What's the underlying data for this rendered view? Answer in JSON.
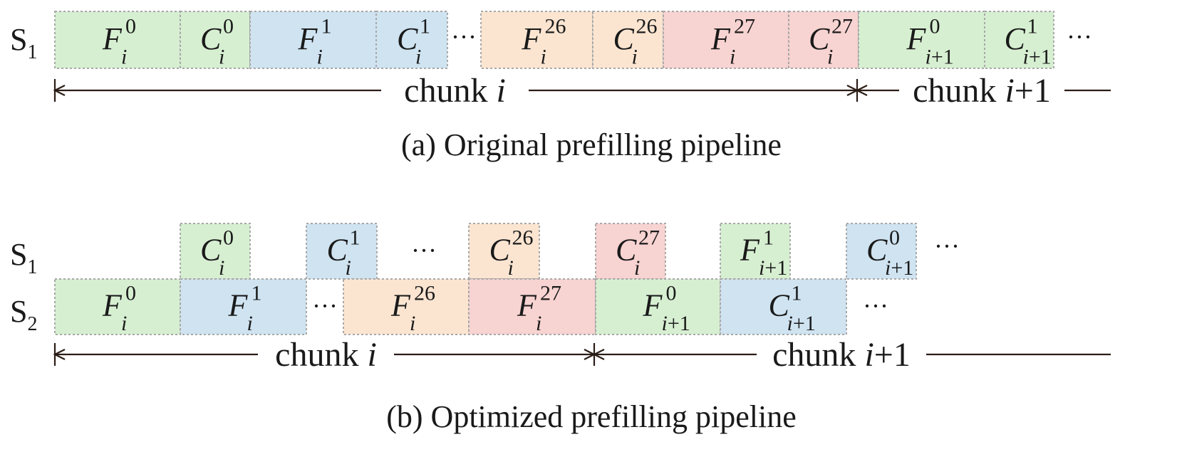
{
  "colors": {
    "green": "#d6efd1",
    "blue": "#cfe3f1",
    "orange": "#fbe5d1",
    "red": "#f7d3d1",
    "border": "#a8a8a8",
    "axis": "#2b1d16"
  },
  "caption_a": "(a) Original prefilling pipeline",
  "caption_b": "(b) Optimized prefilling pipeline",
  "ellipsis": "···",
  "panel_a": {
    "streams": [
      {
        "base": "S",
        "sub": "1"
      }
    ],
    "blocks": [
      {
        "letter": "F",
        "sup": "0",
        "sub": "i",
        "color": "green"
      },
      {
        "letter": "C",
        "sup": "0",
        "sub": "i",
        "color": "green"
      },
      {
        "letter": "F",
        "sup": "1",
        "sub": "i",
        "color": "blue"
      },
      {
        "letter": "C",
        "sup": "1",
        "sub": "i",
        "color": "blue"
      },
      {
        "letter": "F",
        "sup": "26",
        "sub": "i",
        "color": "orange"
      },
      {
        "letter": "C",
        "sup": "26",
        "sub": "i",
        "color": "orange"
      },
      {
        "letter": "F",
        "sup": "27",
        "sub": "i",
        "color": "red"
      },
      {
        "letter": "C",
        "sup": "27",
        "sub": "i",
        "color": "red"
      },
      {
        "letter": "F",
        "sup": "0",
        "sub": "i+1",
        "color": "green"
      },
      {
        "letter": "C",
        "sup": "1",
        "sub": "i+1",
        "color": "green"
      }
    ],
    "chunks": [
      {
        "text": "chunk ",
        "var": "i",
        "suffix": ""
      },
      {
        "text": "chunk ",
        "var": "i",
        "suffix": "+1"
      }
    ]
  },
  "panel_b": {
    "streams": [
      {
        "base": "S",
        "sub": "1"
      },
      {
        "base": "S",
        "sub": "2"
      }
    ],
    "blocks_s1": [
      {
        "letter": "C",
        "sup": "0",
        "sub": "i",
        "color": "green"
      },
      {
        "letter": "C",
        "sup": "1",
        "sub": "i",
        "color": "blue"
      },
      {
        "letter": "C",
        "sup": "26",
        "sub": "i",
        "color": "orange"
      },
      {
        "letter": "C",
        "sup": "27",
        "sub": "i",
        "color": "red"
      },
      {
        "letter": "F",
        "sup": "1",
        "sub": "i+1",
        "color": "green"
      },
      {
        "letter": "C",
        "sup": "0",
        "sub": "i+1",
        "color": "blue"
      }
    ],
    "blocks_s2": [
      {
        "letter": "F",
        "sup": "0",
        "sub": "i",
        "color": "green"
      },
      {
        "letter": "F",
        "sup": "1",
        "sub": "i",
        "color": "blue"
      },
      {
        "letter": "F",
        "sup": "26",
        "sub": "i",
        "color": "orange"
      },
      {
        "letter": "F",
        "sup": "27",
        "sub": "i",
        "color": "red"
      },
      {
        "letter": "F",
        "sup": "0",
        "sub": "i+1",
        "color": "green"
      },
      {
        "letter": "C",
        "sup": "1",
        "sub": "i+1",
        "color": "blue"
      }
    ],
    "chunks": [
      {
        "text": "chunk ",
        "var": "i",
        "suffix": ""
      },
      {
        "text": "chunk ",
        "var": "i",
        "suffix": "+1"
      }
    ]
  }
}
